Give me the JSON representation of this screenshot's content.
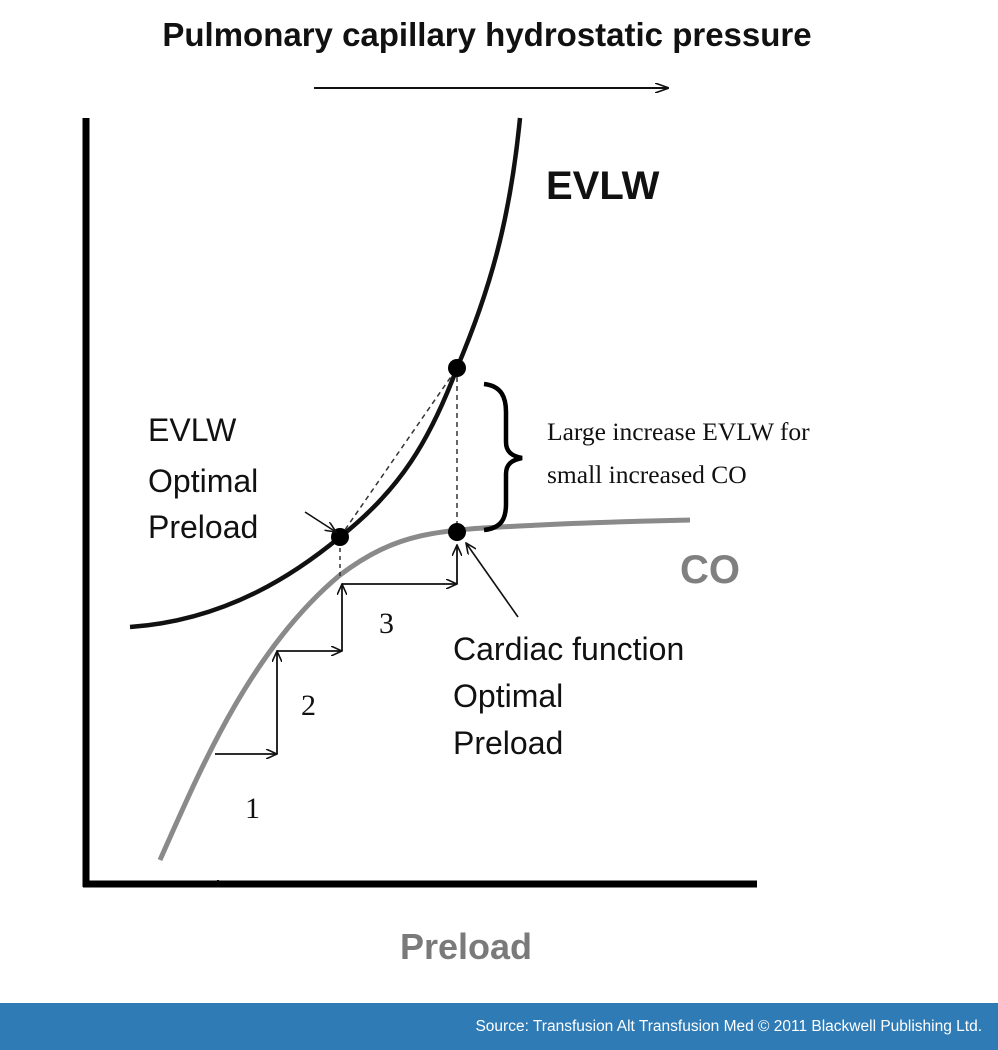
{
  "title": "Pulmonary capillary hydrostatic pressure",
  "curves": {
    "evlw_label": "EVLW",
    "co_label": "CO"
  },
  "annotations": {
    "evlw_optimal": [
      "EVLW",
      "Optimal",
      "Preload"
    ],
    "large_increase": [
      "Large increase EVLW for",
      "small increased CO"
    ],
    "cardiac_optimal": [
      "Cardiac function",
      "Optimal",
      "Preload"
    ],
    "steps": [
      "1",
      "2",
      "3"
    ]
  },
  "x_axis_label": "Preload",
  "footer": {
    "source": "Source: Transfusion Alt Transfusion Med © 2011 Blackwell Publishing Ltd."
  },
  "colors": {
    "evlw_curve": "#111111",
    "co_curve": "#8a8a8a",
    "co_label": "#808080",
    "preload_label": "#7a7a7a",
    "footer_bg": "#2e7bb6",
    "footer_text": "#ffffff"
  }
}
